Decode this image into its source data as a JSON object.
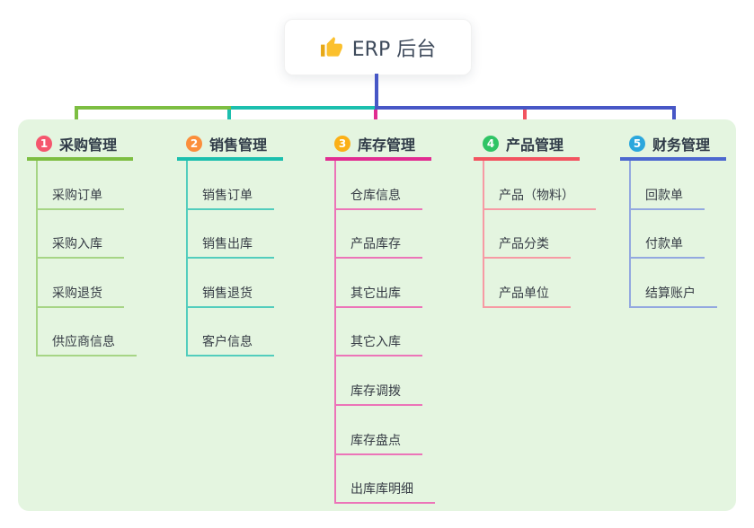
{
  "root": {
    "label": "ERP 后台",
    "icon": "thumbs-up-icon",
    "icon_color": "#fbc02d"
  },
  "connector": {
    "trunk_color": "#4757c6",
    "segments": [
      "#7dbe42",
      "#1cbfae",
      "#4757c6"
    ],
    "drops": [
      "#7dbe42",
      "#1cbfae",
      "#e12d91",
      "#f25460",
      "#4757c6"
    ]
  },
  "panel_color": "#e4f5e0",
  "branches": [
    {
      "badge": "1",
      "badge_color": "#f5566d",
      "label": "采购管理",
      "line_color": "#7dbe42",
      "sub_line_color": "#a6d585",
      "items": [
        "采购订单",
        "采购入库",
        "采购退货",
        "供应商信息"
      ]
    },
    {
      "badge": "2",
      "badge_color": "#fb8e3b",
      "label": "销售管理",
      "line_color": "#1cbfae",
      "sub_line_color": "#52cdbd",
      "items": [
        "销售订单",
        "销售出库",
        "销售退货",
        "客户信息"
      ]
    },
    {
      "badge": "3",
      "badge_color": "#fbb017",
      "label": "库存管理",
      "line_color": "#e12d91",
      "sub_line_color": "#ec74b8",
      "items": [
        "仓库信息",
        "产品库存",
        "其它出库",
        "其它入库",
        "库存调拨",
        "库存盘点",
        "出库库明细"
      ]
    },
    {
      "badge": "4",
      "badge_color": "#2fc465",
      "label": "产品管理",
      "line_color": "#f25460",
      "sub_line_color": "#f79aa4",
      "items": [
        "产品（物料）",
        "产品分类",
        "产品单位"
      ]
    },
    {
      "badge": "5",
      "badge_color": "#2ba7dd",
      "label": "财务管理",
      "line_color": "#4d68cf",
      "sub_line_color": "#93a8e0",
      "items": [
        "回款单",
        "付款单",
        "结算账户"
      ]
    }
  ]
}
